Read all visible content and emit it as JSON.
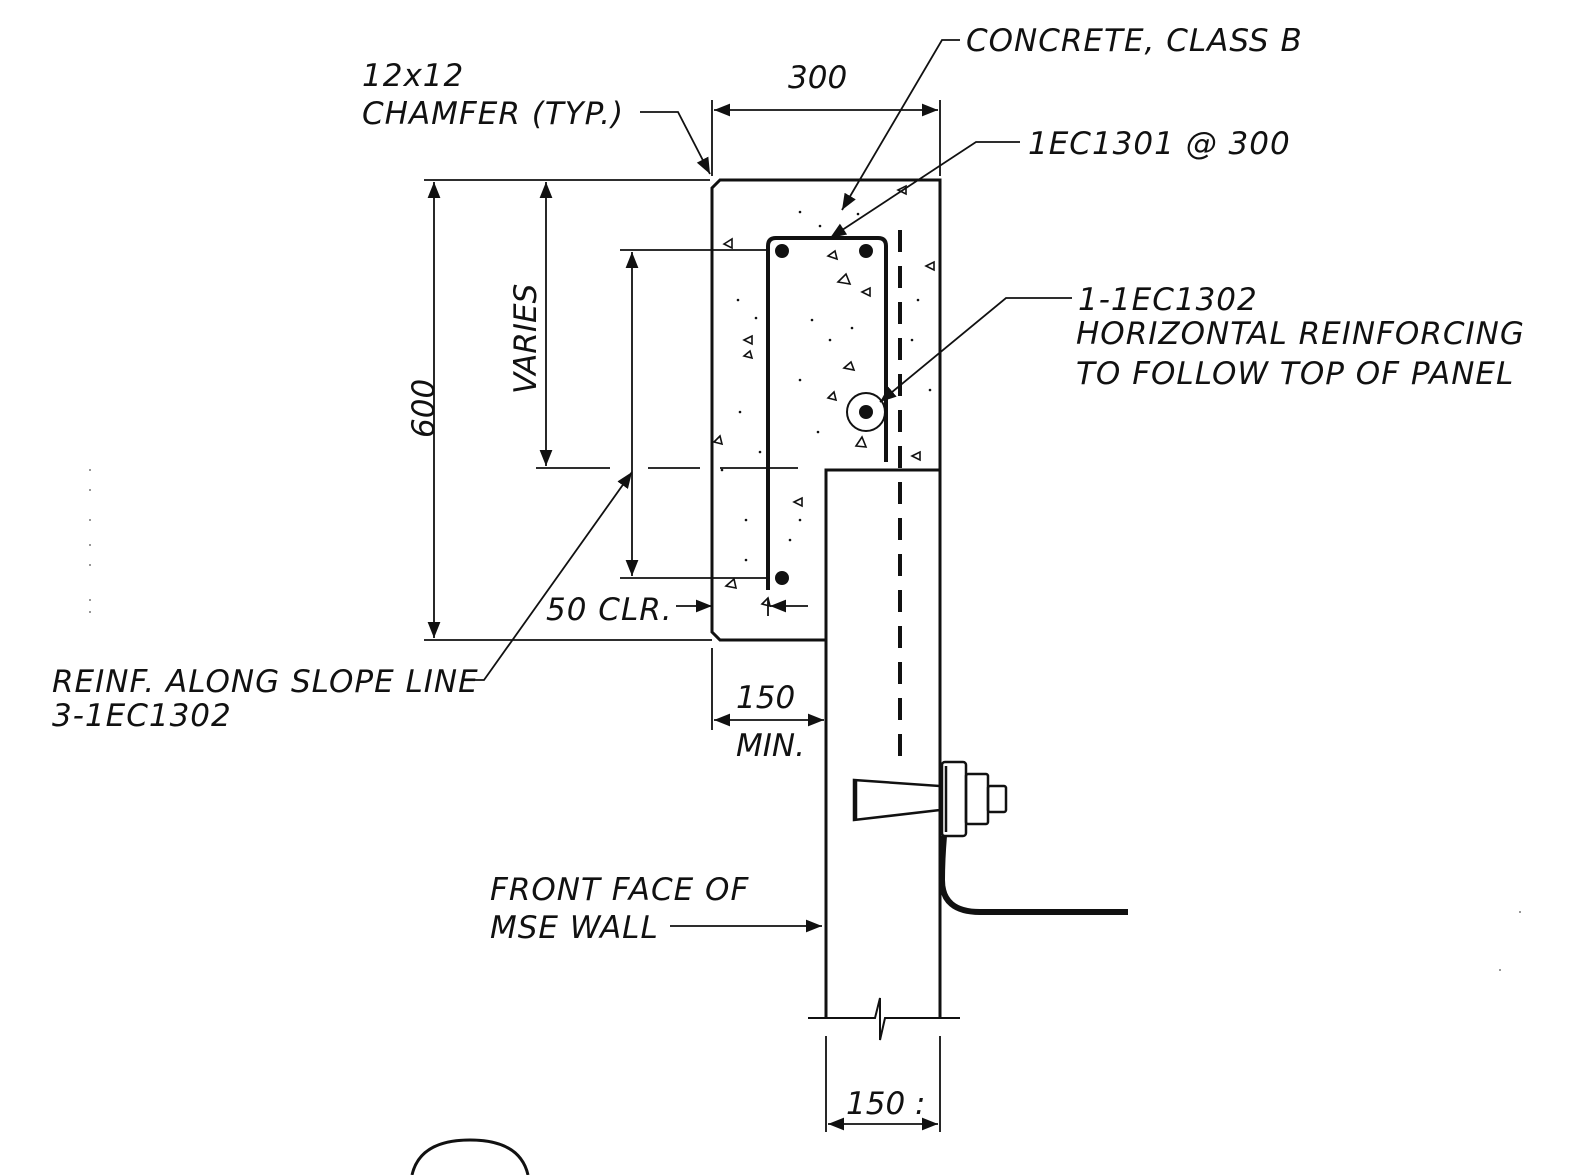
{
  "labels": {
    "concrete": "CONCRETE, CLASS B",
    "chamfer_line1": "12x12",
    "chamfer_line2": "CHAMFER (TYP.)",
    "stirrup": "1EC1301 @ 300",
    "horiz_line1": "1-1EC1302",
    "horiz_line2": "HORIZONTAL REINFORCING",
    "horiz_line3": "TO FOLLOW TOP OF PANEL",
    "reinf_line1": "REINF. ALONG SLOPE LINE",
    "reinf_line2": "3-1EC1302",
    "front_line1": "FRONT FACE OF",
    "front_line2": "MSE WALL",
    "clear": "50 CLR."
  },
  "dimensions": {
    "width": "300",
    "height": "600",
    "varies": "VARIES",
    "overhang_value": "150",
    "overhang_note": "MIN.",
    "panel": "150 :"
  },
  "colors": {
    "ink": "#111111"
  }
}
